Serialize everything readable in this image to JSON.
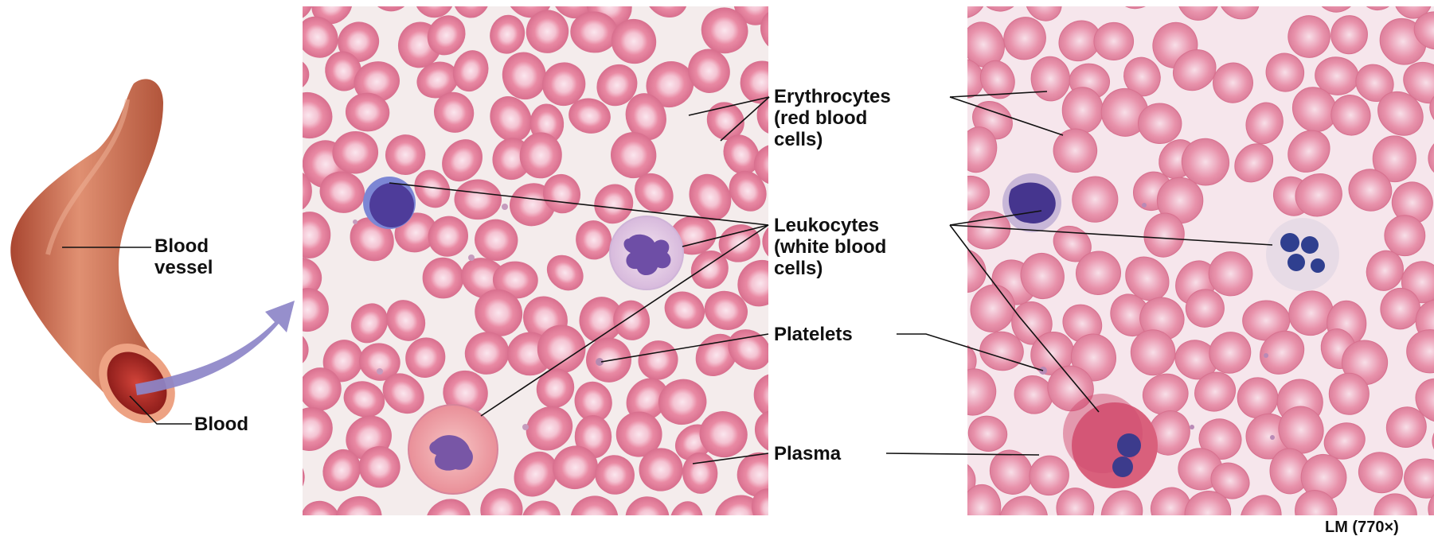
{
  "labels": {
    "blood_vessel": "Blood\nvessel",
    "blood": "Blood",
    "erythrocytes": "Erythrocytes\n(red blood\ncells)",
    "leukocytes": "Leukocytes\n(white blood\ncells)",
    "platelets": "Platelets",
    "plasma": "Plasma",
    "magnification": "LM (770×)"
  },
  "colors": {
    "rbc": "#e87f9c",
    "rbc_center": "#f7d5df",
    "plasma_illustration": "#f4ecec",
    "plasma_micrograph": "#f6e6ec",
    "vessel": "#c9694f",
    "arrow": "#8d86c8",
    "nucleus": "#4a3c96"
  }
}
